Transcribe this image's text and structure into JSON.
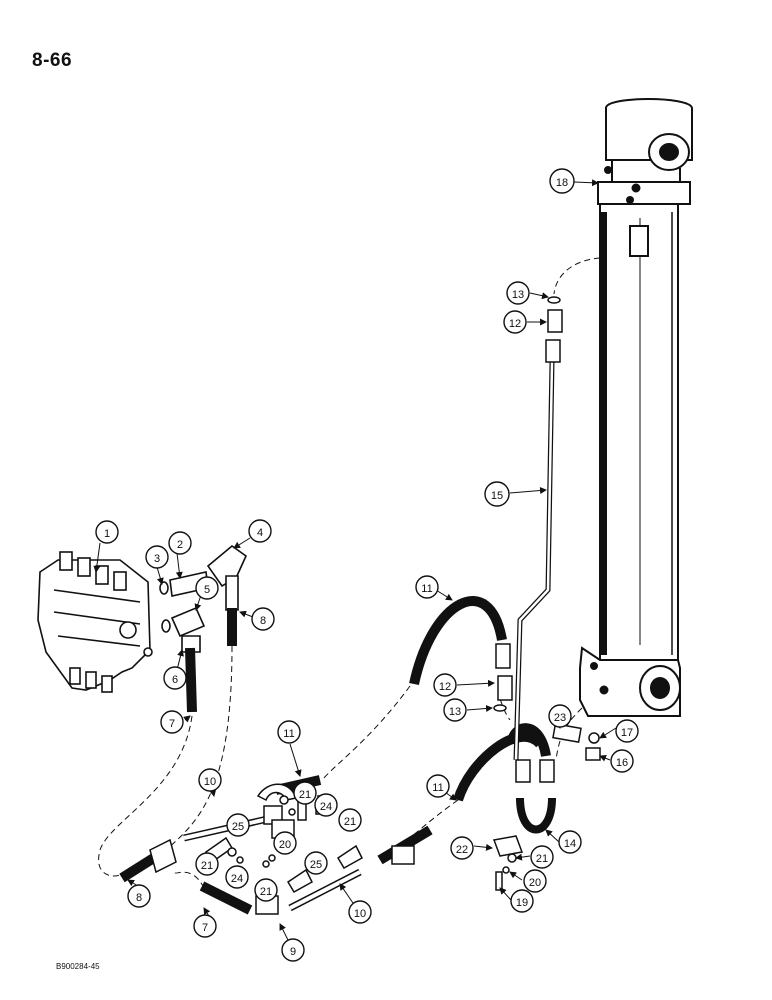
{
  "page": {
    "number": "8-66",
    "reference_code": "B900284-45"
  },
  "callouts": {
    "c1": "1",
    "c2": "2",
    "c3": "3",
    "c4": "4",
    "c5": "5",
    "c6": "6",
    "c7a": "7",
    "c7b": "7",
    "c8a": "8",
    "c8b": "8",
    "c9": "9",
    "c10a": "10",
    "c10b": "10",
    "c11a": "11",
    "c11b": "11",
    "c11c": "11",
    "c12a": "12",
    "c12b": "12",
    "c13a": "13",
    "c13b": "13",
    "c14": "14",
    "c15": "15",
    "c16": "16",
    "c17": "17",
    "c18": "18",
    "c19": "19",
    "c20a": "20",
    "c20b": "20",
    "c21a": "21",
    "c21b": "21",
    "c21c": "21",
    "c21d": "21",
    "c22": "22",
    "c23": "23",
    "c24a": "24",
    "c24b": "24",
    "c25a": "25",
    "c25b": "25"
  }
}
